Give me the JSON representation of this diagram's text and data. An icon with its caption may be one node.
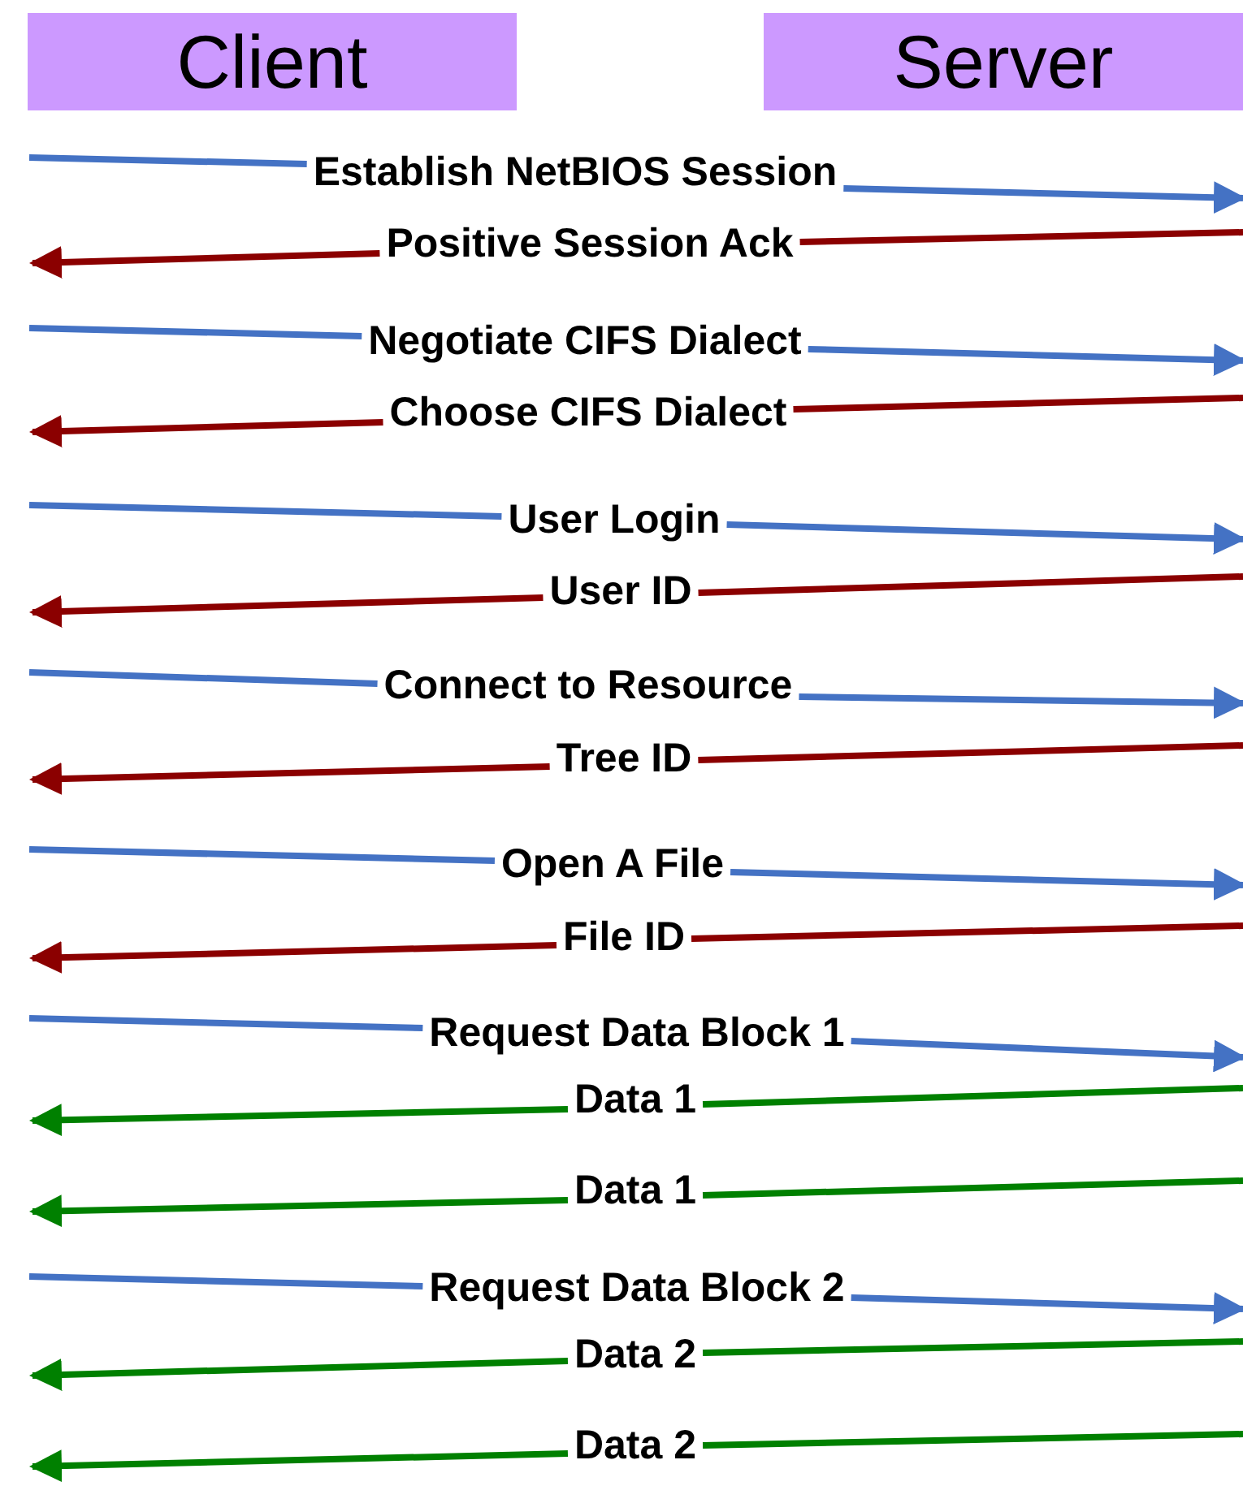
{
  "diagram": {
    "nodes": [
      {
        "text": [
          "Client"
        ]
      },
      {
        "text": [
          "Server"
        ]
      },
      {
        "text": [
          "Establish NetBIOS Session"
        ]
      },
      {
        "text": [
          "Positive Session Ack"
        ]
      },
      {
        "text": [
          "Negotiate CIFS Dialect"
        ]
      },
      {
        "text": [
          "Choose CIFS Dialect"
        ]
      },
      {
        "text": [
          "User Login"
        ]
      },
      {
        "text": [
          "User ID"
        ]
      },
      {
        "text": [
          "Connect to Resource"
        ]
      },
      {
        "text": [
          "Tree ID"
        ]
      },
      {
        "text": [
          "Open A File"
        ]
      },
      {
        "text": [
          "File ID"
        ]
      },
      {
        "text": [
          "Request Data Block 1"
        ]
      },
      {
        "text": [
          "Data 1"
        ]
      },
      {
        "text": [
          "Data 1"
        ]
      },
      {
        "text": [
          "Request Data Block 2"
        ]
      },
      {
        "text": [
          "Data 2"
        ]
      },
      {
        "text": [
          "Data 2"
        ]
      }
    ],
    "edges": [
      {
        "from": null,
        "to": 2,
        "arrow": "none",
        "color": "#4472c4"
      },
      {
        "from": 2,
        "to": null,
        "arrow": "to",
        "color": "#4472c4"
      },
      {
        "from": null,
        "to": 3,
        "arrow": "none",
        "color": "#8b0000"
      },
      {
        "from": 3,
        "to": null,
        "arrow": "to",
        "color": "#8b0000"
      },
      {
        "from": null,
        "to": 4,
        "arrow": "none",
        "color": "#4472c4"
      },
      {
        "from": 4,
        "to": null,
        "arrow": "to",
        "color": "#4472c4"
      },
      {
        "from": null,
        "to": 5,
        "arrow": "none",
        "color": "#8b0000"
      },
      {
        "from": 5,
        "to": null,
        "arrow": "to",
        "color": "#8b0000"
      },
      {
        "from": null,
        "to": 6,
        "arrow": "none",
        "color": "#4472c4"
      },
      {
        "from": 6,
        "to": null,
        "arrow": "to",
        "color": "#4472c4"
      },
      {
        "from": null,
        "to": 7,
        "arrow": "none",
        "color": "#8b0000"
      },
      {
        "from": 7,
        "to": null,
        "arrow": "to",
        "color": "#8b0000"
      },
      {
        "from": null,
        "to": 8,
        "arrow": "none",
        "color": "#4472c4"
      },
      {
        "from": 8,
        "to": null,
        "arrow": "to",
        "color": "#4472c4"
      },
      {
        "from": null,
        "to": 9,
        "arrow": "none",
        "color": "#8b0000"
      },
      {
        "from": 9,
        "to": null,
        "arrow": "to",
        "color": "#8b0000"
      },
      {
        "from": null,
        "to": 10,
        "arrow": "none",
        "color": "#4472c4"
      },
      {
        "from": 10,
        "to": null,
        "arrow": "to",
        "color": "#4472c4"
      },
      {
        "from": null,
        "to": 11,
        "arrow": "none",
        "color": "#8b0000"
      },
      {
        "from": 11,
        "to": null,
        "arrow": "to",
        "color": "#8b0000"
      },
      {
        "from": null,
        "to": 12,
        "arrow": "none",
        "color": "#4472c4"
      },
      {
        "from": 12,
        "to": null,
        "arrow": "to",
        "color": "#4472c4"
      },
      {
        "from": null,
        "to": 13,
        "arrow": "none",
        "color": "#008000"
      },
      {
        "from": 13,
        "to": null,
        "arrow": "to",
        "color": "#008000"
      },
      {
        "from": null,
        "to": 14,
        "arrow": "none",
        "color": "#008000"
      },
      {
        "from": 14,
        "to": null,
        "arrow": "to",
        "color": "#008000"
      },
      {
        "from": null,
        "to": 15,
        "arrow": "none",
        "color": "#4472c4"
      },
      {
        "from": 15,
        "to": null,
        "arrow": "to",
        "color": "#4472c4"
      },
      {
        "from": null,
        "to": 16,
        "arrow": "none",
        "color": "#008000"
      },
      {
        "from": 16,
        "to": null,
        "arrow": "to",
        "color": "#008000"
      },
      {
        "from": null,
        "to": 17,
        "arrow": "none",
        "color": "#008000"
      },
      {
        "from": 17,
        "to": null,
        "arrow": "to",
        "color": "#008000"
      }
    ]
  }
}
